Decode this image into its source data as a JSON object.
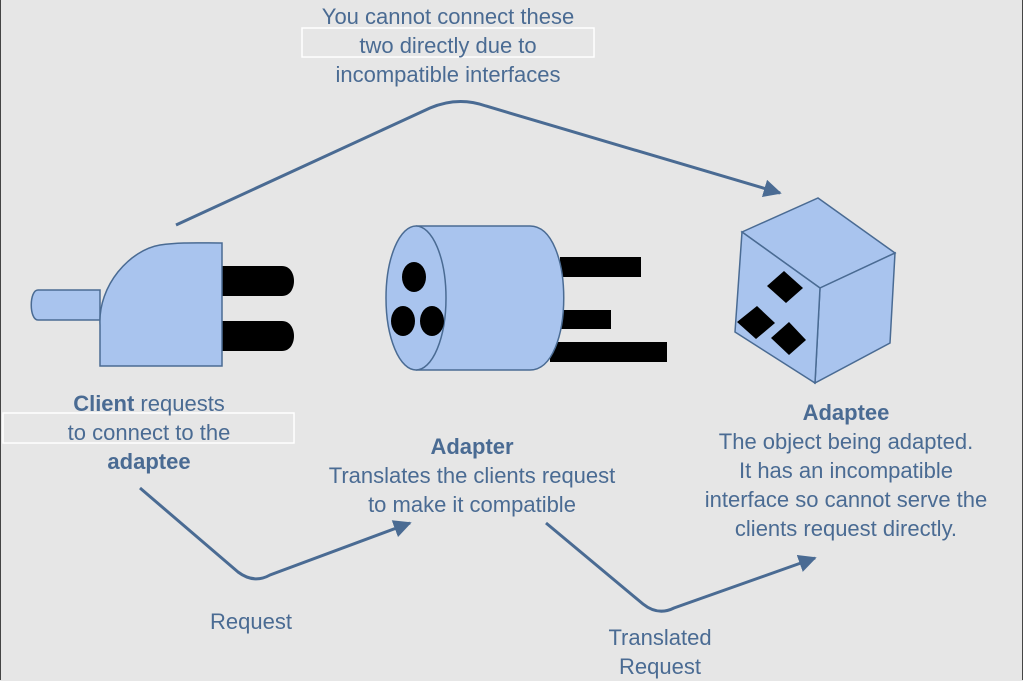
{
  "colors": {
    "background": "#e6e6e6",
    "text": "#4a6b93",
    "shape_fill": "#a9c4ee",
    "shape_stroke": "#4a6b93",
    "prong": "#000000",
    "arrow": "#4a6b93"
  },
  "icons": [
    "plug-icon",
    "adapter-icon",
    "socket-cube-icon"
  ],
  "top_note": {
    "line1": "You cannot connect these",
    "line2": "two directly due to",
    "line3": "incompatible interfaces"
  },
  "client": {
    "title": "Client",
    "line1_rest": " requests",
    "line2": "to connect to the",
    "line3": "adaptee"
  },
  "adapter": {
    "title": "Adapter",
    "line1": "Translates the clients request",
    "line2": "to make it compatible"
  },
  "adaptee": {
    "title": "Adaptee",
    "line1": "The object being adapted.",
    "line2": "It has an incompatible",
    "line3": "interface so cannot serve the",
    "line4": "clients request directly."
  },
  "edges": {
    "request": "Request",
    "translated_line1": "Translated",
    "translated_line2": "Request"
  }
}
